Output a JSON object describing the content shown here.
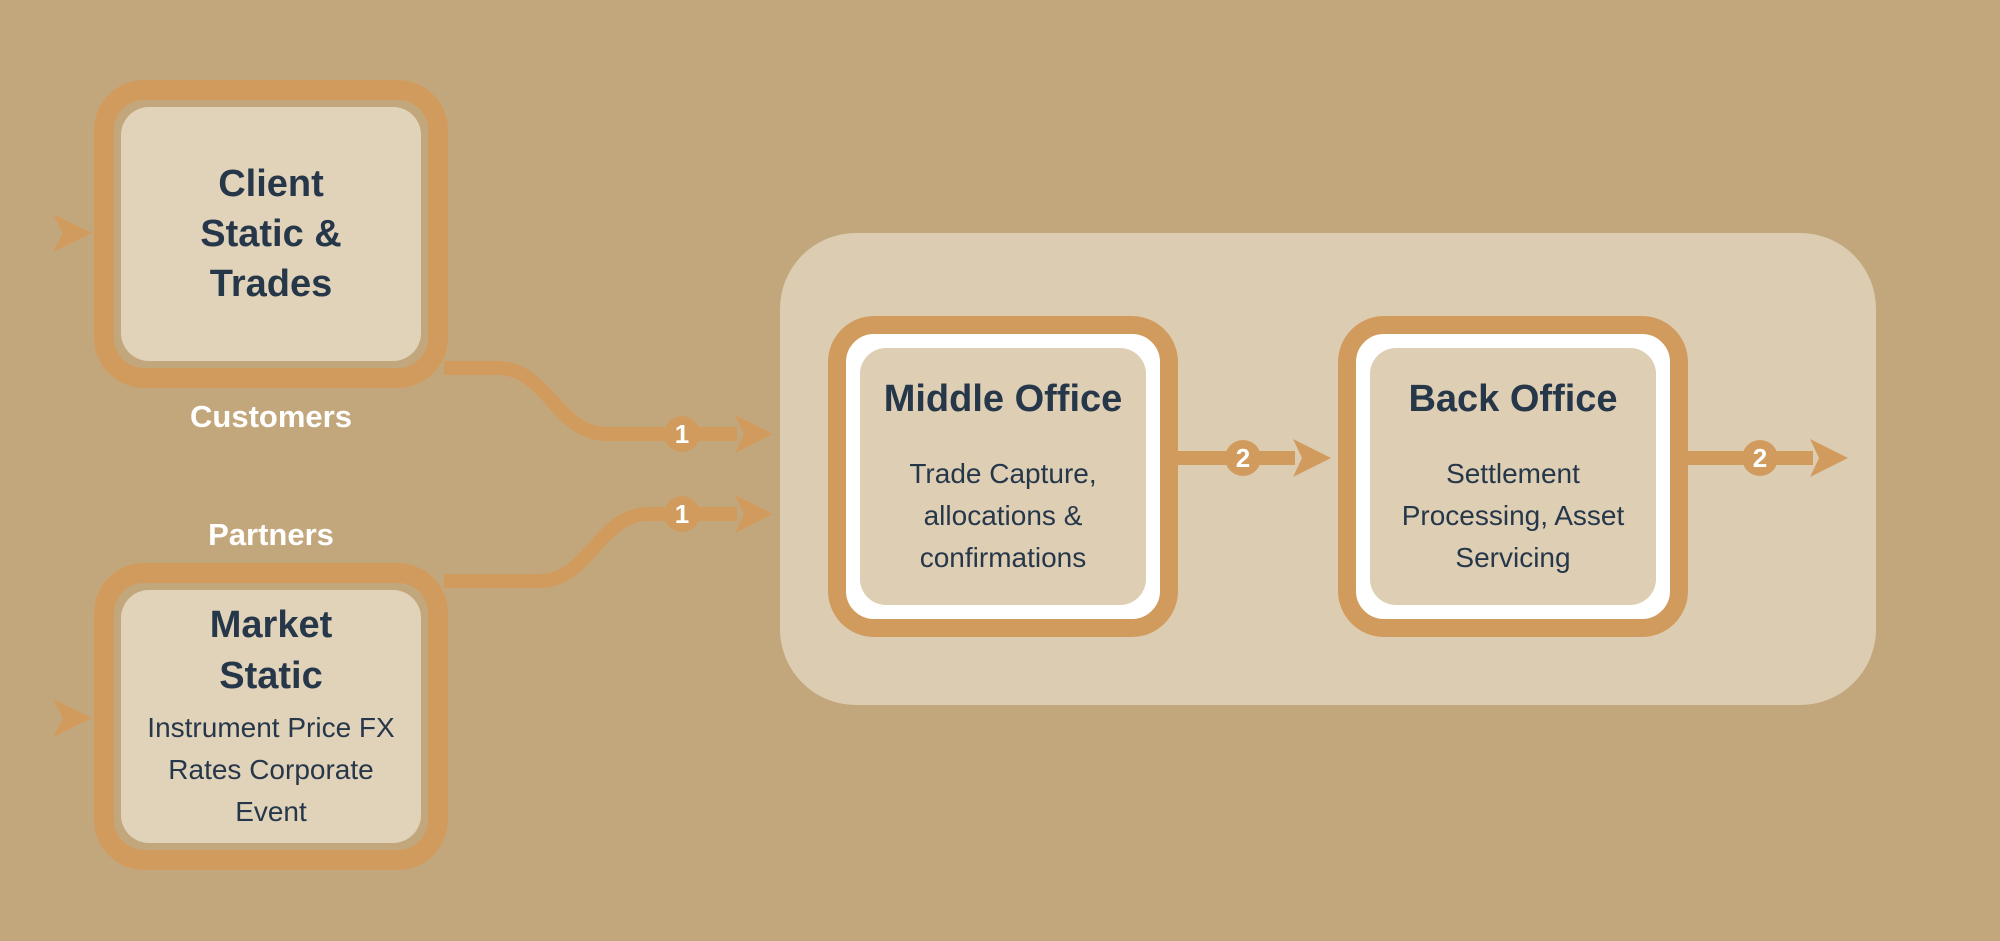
{
  "colors": {
    "background": "#c3a77c",
    "accent_orange": "#d29b5e",
    "panel_fill": "#dccdb2",
    "card_fill": "#e1d3b9",
    "office_fill": "#ddceb4",
    "office_ring": "#ffffff",
    "ink": "#27374a",
    "label_text": "#ffffff"
  },
  "sources": [
    {
      "title": "Client\nStatic &\nTrades",
      "tag": "Customers"
    },
    {
      "title": "Market\nStatic",
      "detail": "Instrument Price FX\nRates Corporate\nEvent",
      "tag": "Partners"
    }
  ],
  "pipeline": {
    "stages": [
      {
        "title": "Middle Office",
        "detail": "Trade Capture,\nallocations &\nconfirmations"
      },
      {
        "title": "Back Office",
        "detail": "Settlement\nProcessing, Asset\nServicing"
      }
    ]
  },
  "flows": [
    {
      "badge": "1"
    },
    {
      "badge": "1"
    },
    {
      "badge": "2"
    },
    {
      "badge": "2"
    }
  ]
}
